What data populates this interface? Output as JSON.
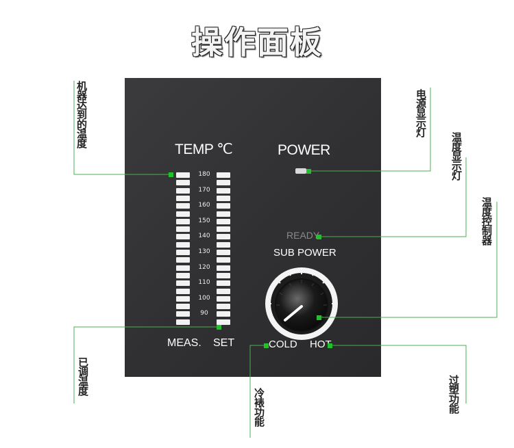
{
  "title": "操作面板",
  "panel": {
    "temp_label": "TEMP ℃",
    "power_label": "POWER",
    "ready_label": "READY",
    "sub_power_label": "SUB POWER",
    "meas_label": "MEAS.",
    "set_label": "SET",
    "cold_label": "COLD",
    "hot_label": "HOT",
    "scale": [
      "180",
      "170",
      "160",
      "150",
      "140",
      "130",
      "120",
      "110",
      "100",
      "90"
    ]
  },
  "callouts": {
    "machine_reached_temp": "机器达到的温度",
    "power_indicator": "电源显示灯",
    "temp_indicator": "温度显示灯",
    "temp_controller": "温度控制器",
    "set_temp": "已调温度",
    "cold_laminate": "冷裱功能",
    "hot_laminate": "过塑功能"
  },
  "colors": {
    "accent_green": "#22c02a",
    "panel": "#333335"
  }
}
